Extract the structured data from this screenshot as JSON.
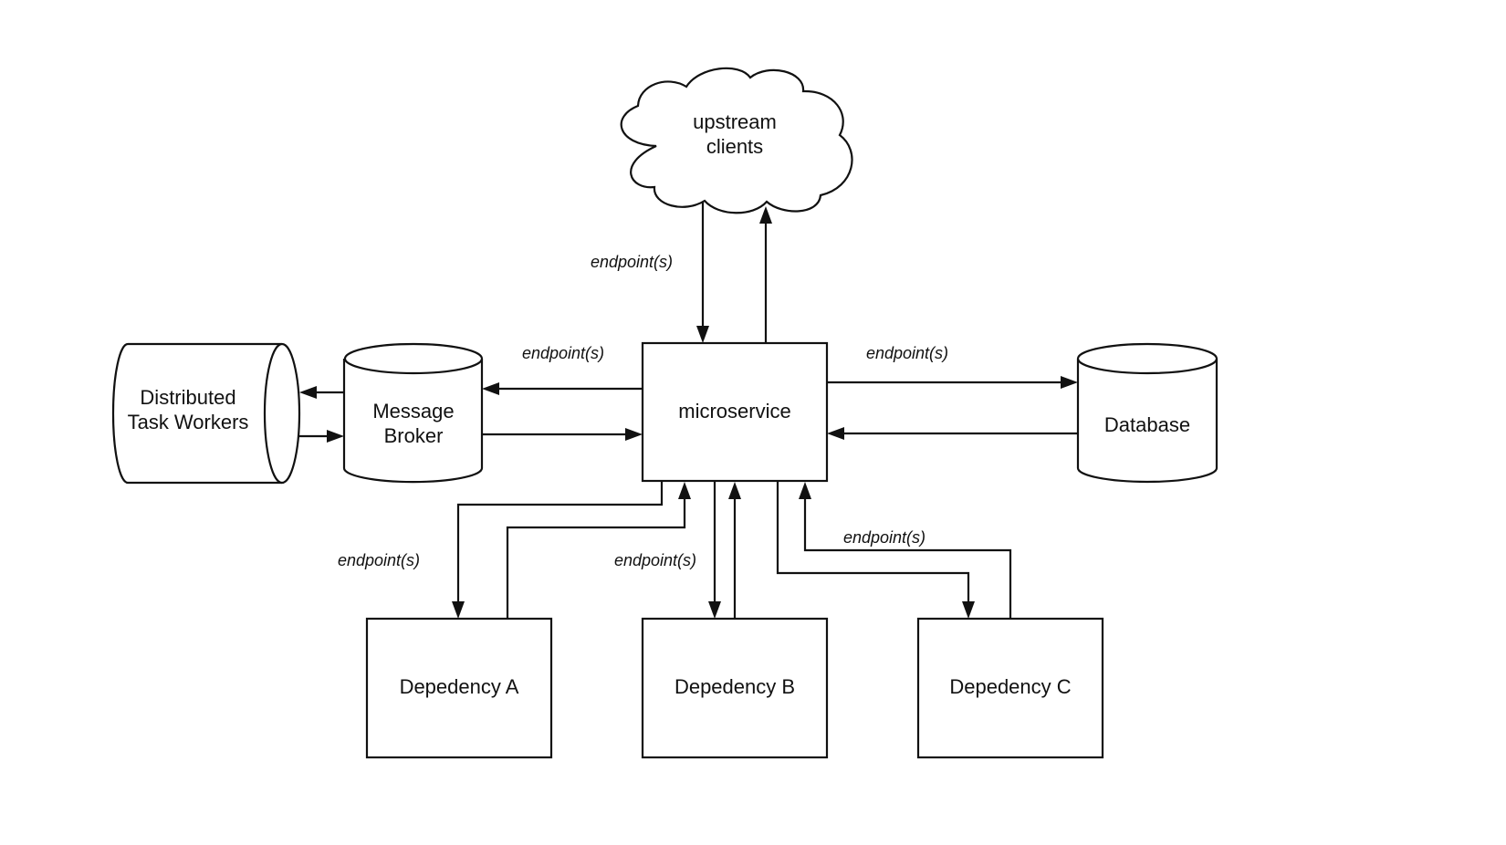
{
  "nodes": {
    "upstream_clients": {
      "lines": [
        "upstream",
        "clients"
      ]
    },
    "microservice": {
      "lines": [
        "microservice"
      ]
    },
    "message_broker": {
      "lines": [
        "Message",
        "Broker"
      ]
    },
    "distributed_task_workers": {
      "lines": [
        "Distributed",
        "Task Workers"
      ]
    },
    "database": {
      "lines": [
        "Database"
      ]
    },
    "dependency_a": {
      "lines": [
        "Depedency A"
      ]
    },
    "dependency_b": {
      "lines": [
        "Depedency B"
      ]
    },
    "dependency_c": {
      "lines": [
        "Depedency C"
      ]
    }
  },
  "edge_labels": {
    "upstream": "endpoint(s)",
    "broker": "endpoint(s)",
    "database": "endpoint(s)",
    "dep_a": "endpoint(s)",
    "dep_b": "endpoint(s)",
    "dep_c": "endpoint(s)"
  }
}
